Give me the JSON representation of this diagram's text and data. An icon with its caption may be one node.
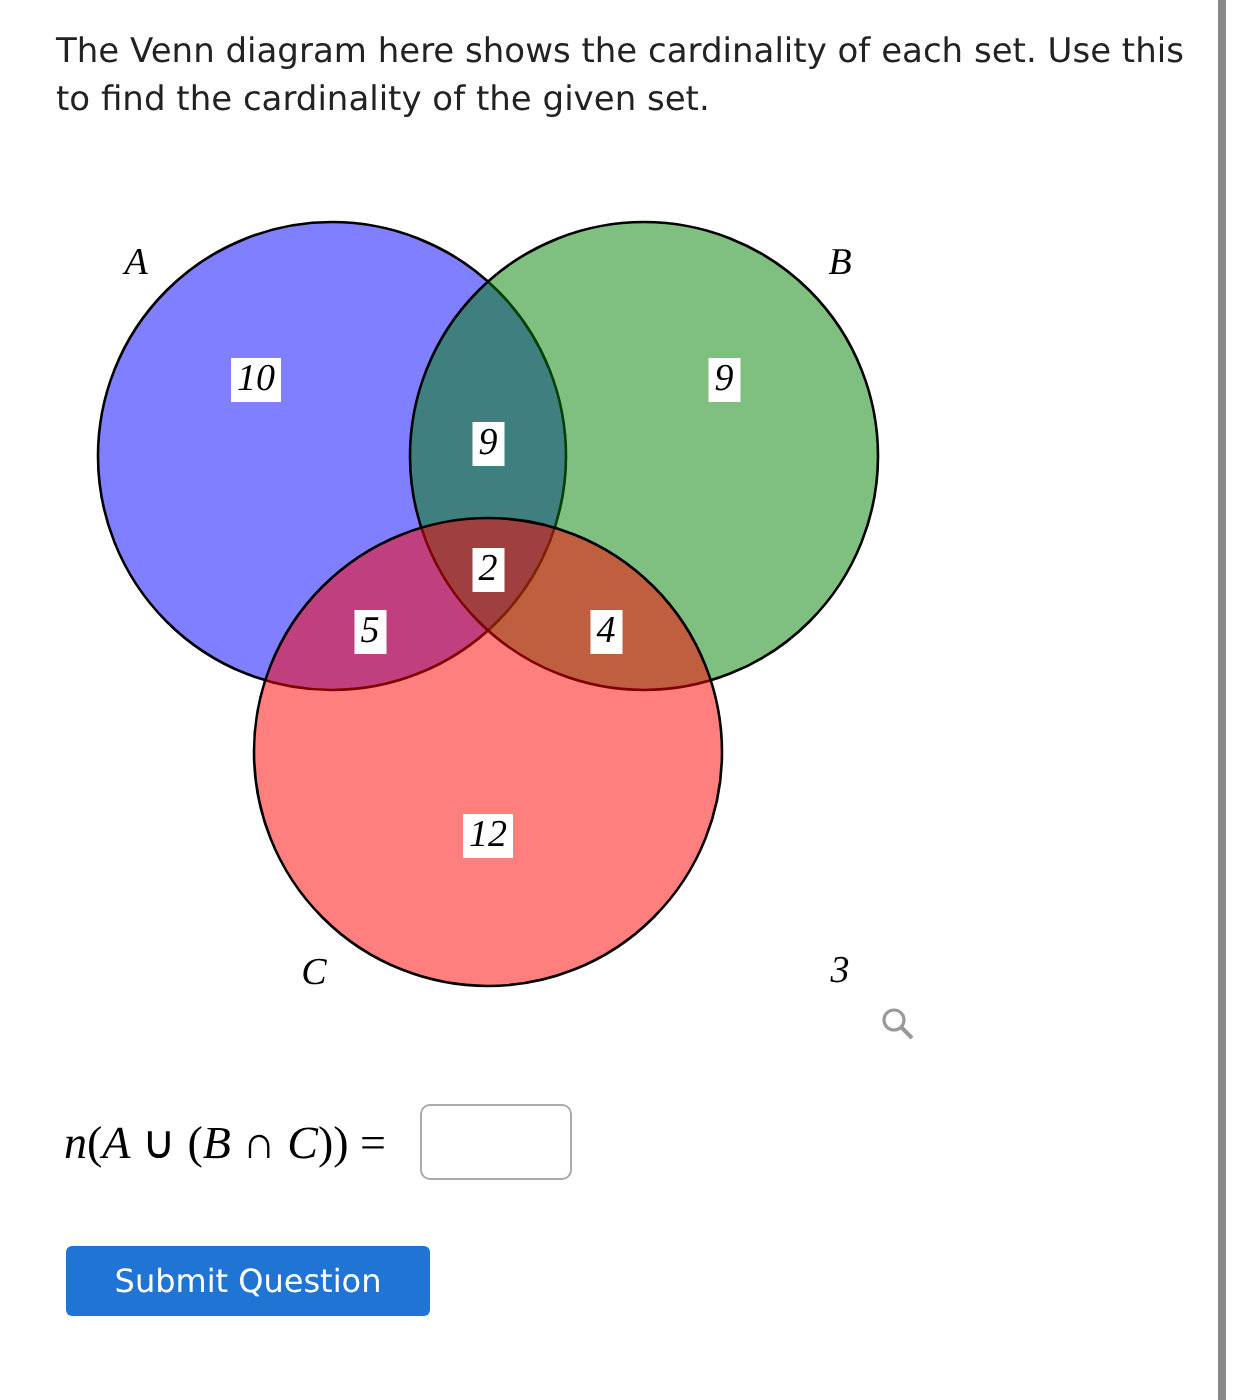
{
  "diagram": {
    "title": "The Venn diagram here shows the cardinality of each set. Use this to find the cardinality of the given set.",
    "nodes": [
      {
        "text": [
          "A"
        ]
      },
      {
        "text": [
          "B"
        ]
      },
      {
        "text": [
          "C"
        ]
      }
    ],
    "labels": [
      "10",
      "9",
      "9",
      "2",
      "5",
      "4",
      "12",
      "3",
      "*n*(*A* ∪ (*B* ∩ *C*)) =",
      "Submit Question"
    ]
  }
}
